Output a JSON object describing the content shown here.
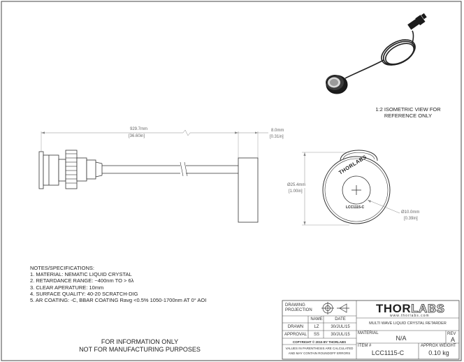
{
  "iso_caption": {
    "line1": "1:2 ISOMETRIC VIEW FOR",
    "line2": "REFERENCE ONLY"
  },
  "dimensions": {
    "length_mm": "929.7mm",
    "length_in": "[36.60in]",
    "thickness_mm": "8.0mm",
    "thickness_in": "[0.31in]",
    "diameter_mm": "Ø25.4mm",
    "diameter_in": "[1.00in]",
    "aperture_mm": "Ø10.0mm",
    "aperture_in": "[0.39in]"
  },
  "part_face": {
    "brand": "THORLABS",
    "part_label": "LCC1115-C"
  },
  "notes": {
    "title": "NOTES/SPECIFICATIONS:",
    "items": [
      "1. MATERIAL: NEMATIC LIQUID CRYSTAL",
      "2. RETARDANCE RANGE: ~400nm TO > 6λ",
      "3. CLEAR APERATURE: 10mm",
      "4. SURFACE QUALITY: 40-20 SCRATCH-DIG",
      "5. AR COATING: -C, BBAR COATING Ravg <0.5% 1050-1700nm AT 0° AOI"
    ]
  },
  "footer": {
    "line1": "FOR INFORMATION ONLY",
    "line2": "NOT FOR MANUFACTURING PURPOSES"
  },
  "title_block": {
    "drawing_projection": "DRAWING PROJECTION",
    "name_header": "NAME",
    "date_header": "DATE",
    "drawn_label": "DRAWN",
    "drawn_name": "LZ",
    "drawn_date": "30/JUL/15",
    "approval_label": "APPROVAL",
    "approval_name": "SS",
    "approval_date": "30/JUL/15",
    "copyright": "COPYRIGHT © 2015 BY THORLABS",
    "values_note_1": "VALUES IN PARENTHESIS ARE CALCULATED",
    "values_note_2": "AND MAY CONTAIN ROUNDOFF ERRORS",
    "logo_left": "THOR",
    "logo_right": "LABS",
    "website": "www.thorlabs.com",
    "description": "MULTI WAVE LIQUID CRYSTAL RETARDER",
    "material_label": "MATERIAL",
    "material_value": "N/A",
    "rev_label": "REV",
    "rev_value": "A",
    "item_label": "ITEM #",
    "item_value": "LCC1115-C",
    "weight_label": "APPROX WEIGHT",
    "weight_value": "0.10 kg"
  },
  "colors": {
    "line": "#333333",
    "dim_line": "#888888",
    "part_fill": "#f4f4f4",
    "iso_dark": "#1b1b1b"
  }
}
